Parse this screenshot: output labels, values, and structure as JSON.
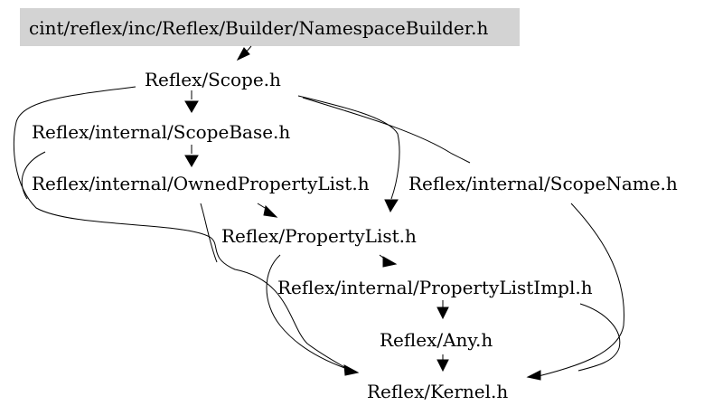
{
  "graph": {
    "root": {
      "label": "cint/reflex/inc/Reflex/Builder/NamespaceBuilder.h",
      "highlight_color": "#d3d3d3"
    },
    "nodes": {
      "scope": "Reflex/Scope.h",
      "scopebase": "Reflex/internal/ScopeBase.h",
      "ownedproplist": "Reflex/internal/OwnedPropertyList.h",
      "scopename": "Reflex/internal/ScopeName.h",
      "proplist": "Reflex/PropertyList.h",
      "proplistimpl": "Reflex/internal/PropertyListImpl.h",
      "any": "Reflex/Any.h",
      "kernel": "Reflex/Kernel.h"
    },
    "edges": [
      {
        "from": "root",
        "to": "scope"
      },
      {
        "from": "scope",
        "to": "scopebase"
      },
      {
        "from": "scope",
        "to": "proplist"
      },
      {
        "from": "scope",
        "to": "scopename"
      },
      {
        "from": "scope",
        "to": "kernel"
      },
      {
        "from": "scopebase",
        "to": "ownedproplist"
      },
      {
        "from": "scopebase",
        "to": "kernel"
      },
      {
        "from": "ownedproplist",
        "to": "proplist"
      },
      {
        "from": "ownedproplist",
        "to": "kernel"
      },
      {
        "from": "scopename",
        "to": "kernel"
      },
      {
        "from": "proplist",
        "to": "proplistimpl"
      },
      {
        "from": "proplist",
        "to": "kernel"
      },
      {
        "from": "proplistimpl",
        "to": "any"
      },
      {
        "from": "proplistimpl",
        "to": "kernel"
      },
      {
        "from": "any",
        "to": "kernel"
      }
    ]
  }
}
